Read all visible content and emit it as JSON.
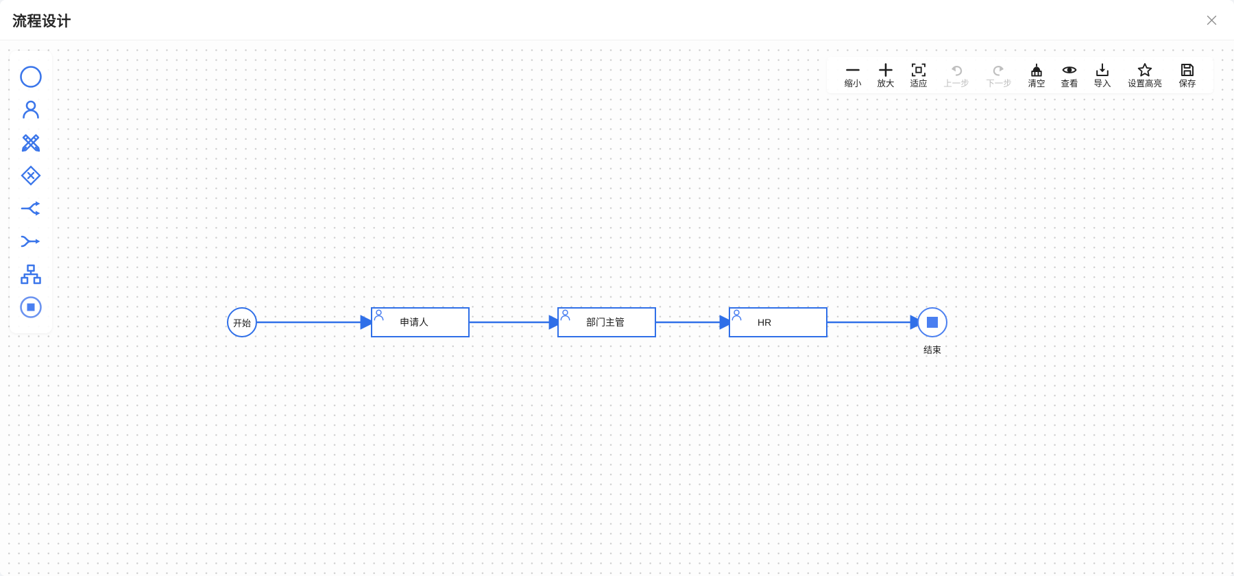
{
  "header": {
    "title": "流程设计",
    "close_label": "×",
    "close_icon": "close-icon"
  },
  "palette": {
    "items": [
      {
        "name": "start-event",
        "icon": "circle-icon"
      },
      {
        "name": "user-task",
        "icon": "user-icon"
      },
      {
        "name": "script-task",
        "icon": "pencil-ruler-icon"
      },
      {
        "name": "exclusive-gateway",
        "icon": "diamond-x-icon"
      },
      {
        "name": "parallel-split",
        "icon": "split-arrows-icon"
      },
      {
        "name": "merge-join",
        "icon": "join-arrow-icon"
      },
      {
        "name": "subprocess",
        "icon": "hierarchy-icon"
      },
      {
        "name": "end-event",
        "icon": "filled-circle-icon"
      }
    ]
  },
  "toolbar": {
    "buttons": [
      {
        "label": "缩小",
        "icon": "minus-icon",
        "disabled": false
      },
      {
        "label": "放大",
        "icon": "plus-icon",
        "disabled": false
      },
      {
        "label": "适应",
        "icon": "fit-screen-icon",
        "disabled": false
      },
      {
        "label": "上一步",
        "icon": "undo-icon",
        "disabled": true
      },
      {
        "label": "下一步",
        "icon": "redo-icon",
        "disabled": true
      },
      {
        "label": "清空",
        "icon": "broom-icon",
        "disabled": false
      },
      {
        "label": "查看",
        "icon": "eye-icon",
        "disabled": false
      },
      {
        "label": "导入",
        "icon": "import-icon",
        "disabled": false
      },
      {
        "label": "设置高亮",
        "icon": "star-icon",
        "disabled": false
      },
      {
        "label": "保存",
        "icon": "save-icon",
        "disabled": false
      }
    ]
  },
  "flow": {
    "nodes": [
      {
        "id": "start",
        "type": "start-event",
        "label": "开始"
      },
      {
        "id": "task1",
        "type": "user-task",
        "label": "申请人"
      },
      {
        "id": "task2",
        "type": "user-task",
        "label": "部门主管"
      },
      {
        "id": "task3",
        "type": "user-task",
        "label": "HR"
      },
      {
        "id": "end",
        "type": "end-event",
        "label": "结束"
      }
    ],
    "edges": [
      {
        "from": "start",
        "to": "task1",
        "label": ""
      },
      {
        "from": "task1",
        "to": "task2",
        "label": ""
      },
      {
        "from": "task2",
        "to": "task3",
        "label": ""
      },
      {
        "from": "task3",
        "to": "end",
        "label": ""
      }
    ]
  },
  "colors": {
    "accent": "#2f6fe8",
    "node_fill": "#4a7ff0",
    "canvas_bg": "#fdfdfd",
    "grid_dot": "#cfcfcf",
    "text": "#1a1a1a",
    "disabled": "#bfbfbf"
  }
}
